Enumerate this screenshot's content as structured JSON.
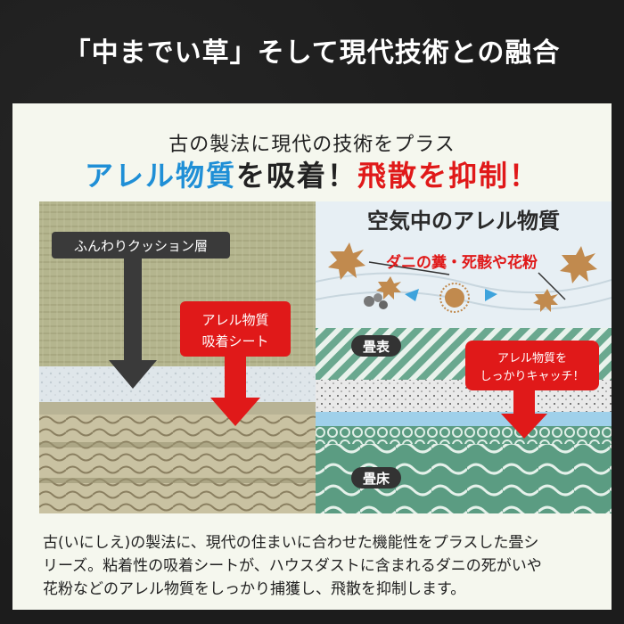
{
  "headline": "「中までい草」そして現代技術との融合",
  "panel": {
    "head1": "古の製法に現代の技術をプラス",
    "head2_blue": "アレル物質",
    "head2_mid": "を吸着！",
    "head2_red": "飛散を抑制！"
  },
  "labels": {
    "cushion": "ふんわりクッション層",
    "sheet_line1": "アレル物質",
    "sheet_line2": "吸着シート",
    "air_title": "空気中のアレル物質",
    "mites": "ダニの糞・死骸や花粉",
    "tatami_surface": "畳表",
    "catch_line1": "アレル物質を",
    "catch_line2": "しっかりキャッチ！",
    "tatami_floor": "畳床"
  },
  "caption": {
    "line1": "古(いにしえ)の製法に、現代の住まいに合わせた機能性をプラスした畳シ",
    "line2": "リーズ。粘着性の吸着シートが、ハウスダストに含まれるダニの死がいや",
    "line3": "花粉などのアレル物質をしっかり捕獲し、飛散を抑制します。"
  },
  "colors": {
    "blue": "#1f8fd6",
    "red": "#e01919",
    "green": "#4f8f78"
  }
}
